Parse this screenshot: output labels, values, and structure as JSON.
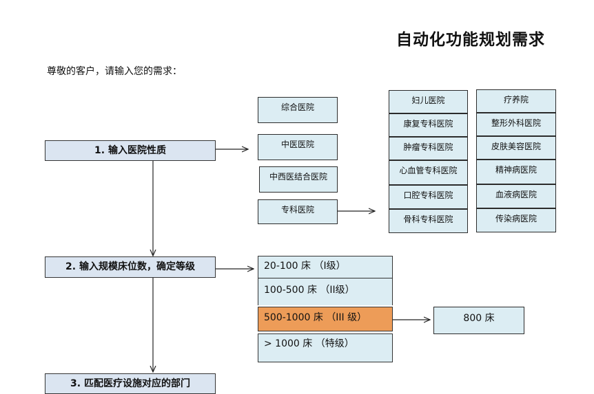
{
  "title": "自动化功能规划需求",
  "intro": "尊敬的客户，请输入您的需求：",
  "steps": [
    "1. 输入医院性质",
    "2. 输入规模床位数，确定等级",
    "3. 匹配医疗设施对应的部门"
  ],
  "hospital_types": [
    "综合医院",
    "中医医院",
    "中西医结合医院",
    "专科医院"
  ],
  "specialty_col1": [
    "妇儿医院",
    "康复专科医院",
    "肿瘤专科医院",
    "心血管专科医院",
    "口腔专科医院",
    "骨科专科医院"
  ],
  "specialty_col2": [
    "疗养院",
    "整形外科医院",
    "皮肤美容医院",
    "精神病医院",
    "血液病医院",
    "传染病医院"
  ],
  "bed_levels": [
    "20-100 床 （I级）",
    "100-500 床 （II级）",
    "500-1000 床 （III 级）",
    "> 1000 床 （特级）"
  ],
  "bed_input": "800 床",
  "colors": {
    "step_fill": "#dbe5f1",
    "box_fill": "#dcedf3",
    "highlight": "#ed9c58"
  }
}
